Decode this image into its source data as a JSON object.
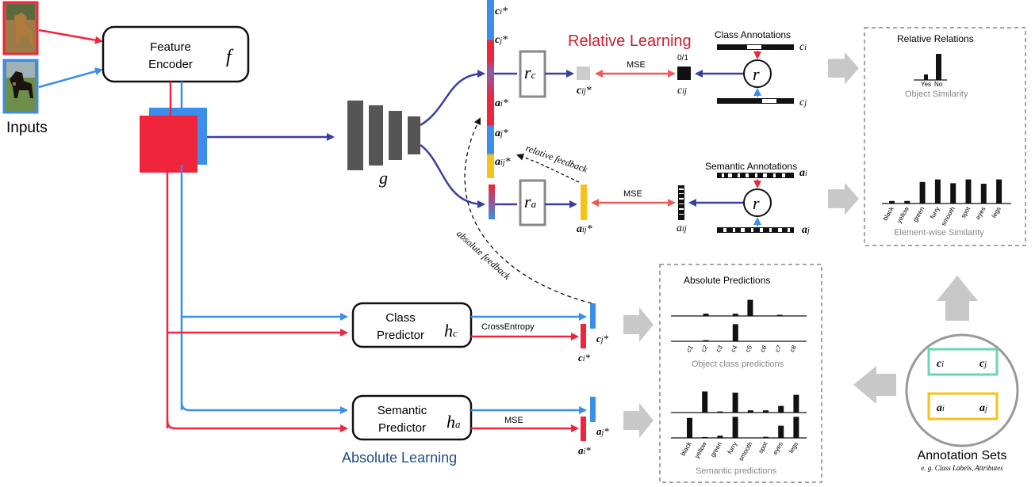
{
  "inputs": {
    "label": "Inputs"
  },
  "encoder": {
    "name_line1": "Feature",
    "name_line2": "Encoder",
    "symbol": "f"
  },
  "g_label": "g",
  "embedding_column": {
    "c_i": "c",
    "c_i_sub": "i",
    "c_j": "c",
    "c_j_sub": "j",
    "a_i": "a",
    "a_i_sub": "i",
    "a_j": "a",
    "a_j_sub": "j",
    "a_ij": "a",
    "a_ij_sub": "ij",
    "star": "*"
  },
  "relative": {
    "title": "Relative Learning",
    "r_c": "r",
    "r_c_sub": "c",
    "r_a": "r",
    "r_a_sub": "a",
    "c_ij_pred": "c",
    "c_ij_pred_sub": "ij",
    "star": "*",
    "a_ij_pred": "a",
    "a_ij_pred_sub": "ij",
    "mse_top": "MSE",
    "mse_bottom": "MSE",
    "binary_label": "0/1",
    "c_ij": "c",
    "c_ij_sub": "ij",
    "a_ij": "a",
    "a_ij_sub": "ij",
    "class_annotations": "Class Annotations",
    "semantic_annotations": "Semantic Annotations",
    "ci": "c",
    "ci_sub": "i",
    "cj": "c",
    "cj_sub": "j",
    "ai": "a",
    "ai_sub": "i",
    "aj": "a",
    "aj_sub": "j",
    "r_symbol": "r",
    "relative_feedback": "relative feedback",
    "absolute_feedback": "absolute feedback"
  },
  "relative_relations": {
    "title": "Relative Relations",
    "yes": "Yes",
    "no": "No",
    "object_similarity": "Object Similarity",
    "attrs": [
      "black",
      "yellow",
      "green",
      "furry",
      "smooth",
      "spot",
      "eyes",
      "legs"
    ],
    "attr_values": [
      0.1,
      0.1,
      0.85,
      0.95,
      0.8,
      0.95,
      0.78,
      0.95
    ],
    "element_similarity": "Element-wise Similarity"
  },
  "absolute": {
    "title": "Absolute Learning",
    "class_pred_line1": "Class",
    "class_pred_line2": "Predictor",
    "h_c": "h",
    "h_c_sub": "c",
    "sem_pred_line1": "Semantic",
    "sem_pred_line2": "Predictor",
    "h_a": "h",
    "h_a_sub": "a",
    "cross_entropy": "CrossEntropy",
    "mse": "MSE",
    "cj_star": "c",
    "cj_sub": "j",
    "ci_star": "c",
    "ci_sub": "i",
    "aj_star": "a",
    "aj_sub": "j",
    "ai_star": "a",
    "ai_sub": "i",
    "star": "*"
  },
  "absolute_predictions": {
    "title": "Absolute Predictions",
    "classes": [
      "c1",
      "c2",
      "c3",
      "c4",
      "c5",
      "c6",
      "c7",
      "c8"
    ],
    "class_top": [
      0,
      0.12,
      0,
      0.12,
      0.85,
      0,
      0.06,
      0
    ],
    "class_bottom": [
      0,
      0.06,
      0,
      0.9,
      0,
      0,
      0,
      0
    ],
    "object_class_predictions": "Object class predictions",
    "attrs": [
      "black",
      "yellow",
      "green",
      "furry",
      "smooth",
      "spot",
      "eyes",
      "legs"
    ],
    "sem_top": [
      0,
      0.95,
      0.05,
      0.9,
      0.1,
      0.1,
      0.3,
      0.8
    ],
    "sem_bottom": [
      0.9,
      0.04,
      0.1,
      0.95,
      0,
      0.05,
      0.55,
      0.95
    ],
    "semantic_predictions": "Semantic predictions"
  },
  "annotation_sets": {
    "ci": "c",
    "ci_sub": "i",
    "cj": "c",
    "cj_sub": "j",
    "ai": "a",
    "ai_sub": "i",
    "aj": "a",
    "aj_sub": "j",
    "title": "Annotation Sets",
    "subtitle": "e. g. Class Labels, Attributes"
  },
  "colors": {
    "red": "#f0243a",
    "blue": "#3b8eea",
    "navy": "#3b3fa0",
    "salmon": "#ef5b5b",
    "yellow": "#f5c11a",
    "gray": "#c8c8c8",
    "teal": "#6ad6b5"
  }
}
